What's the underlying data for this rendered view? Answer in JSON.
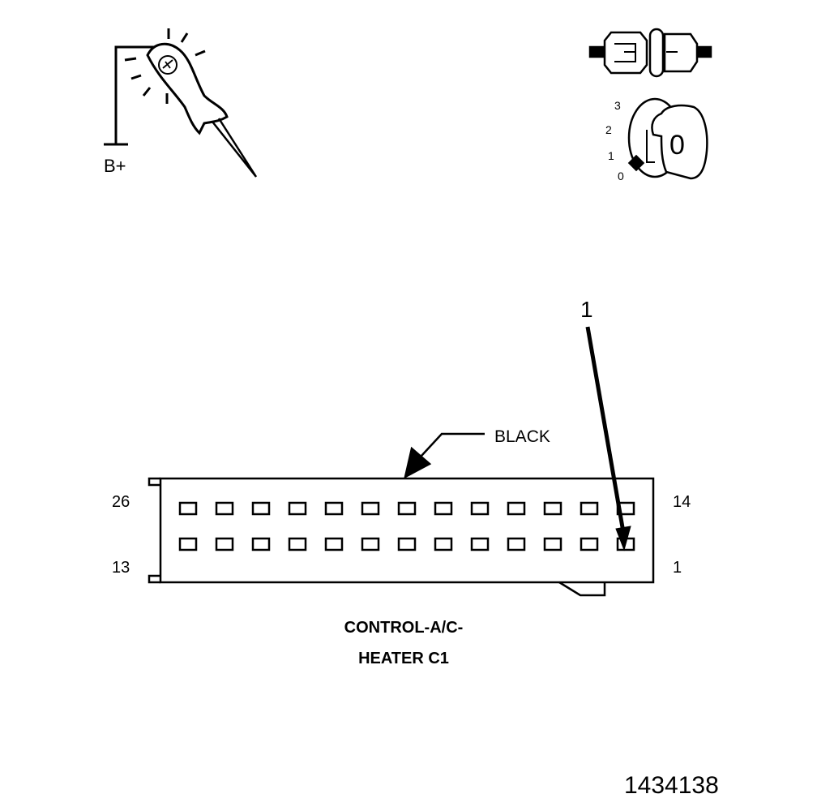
{
  "test_light": {
    "supply_label": "B+",
    "icon": "test-light-icon"
  },
  "ignition": {
    "icon": "ignition-key-icon",
    "positions": [
      "3",
      "2",
      "1",
      "0"
    ],
    "key_label": "0"
  },
  "disconnect_icon": "connector-disconnected-icon",
  "connector": {
    "color_label": "BLACK",
    "pin_labels": {
      "top_left": "26",
      "bottom_left": "13",
      "top_right": "14",
      "bottom_right": "1"
    },
    "callout": "1",
    "title_line1": "CONTROL-A/C-",
    "title_line2": "HEATER C1"
  },
  "figure_number": "1434138"
}
